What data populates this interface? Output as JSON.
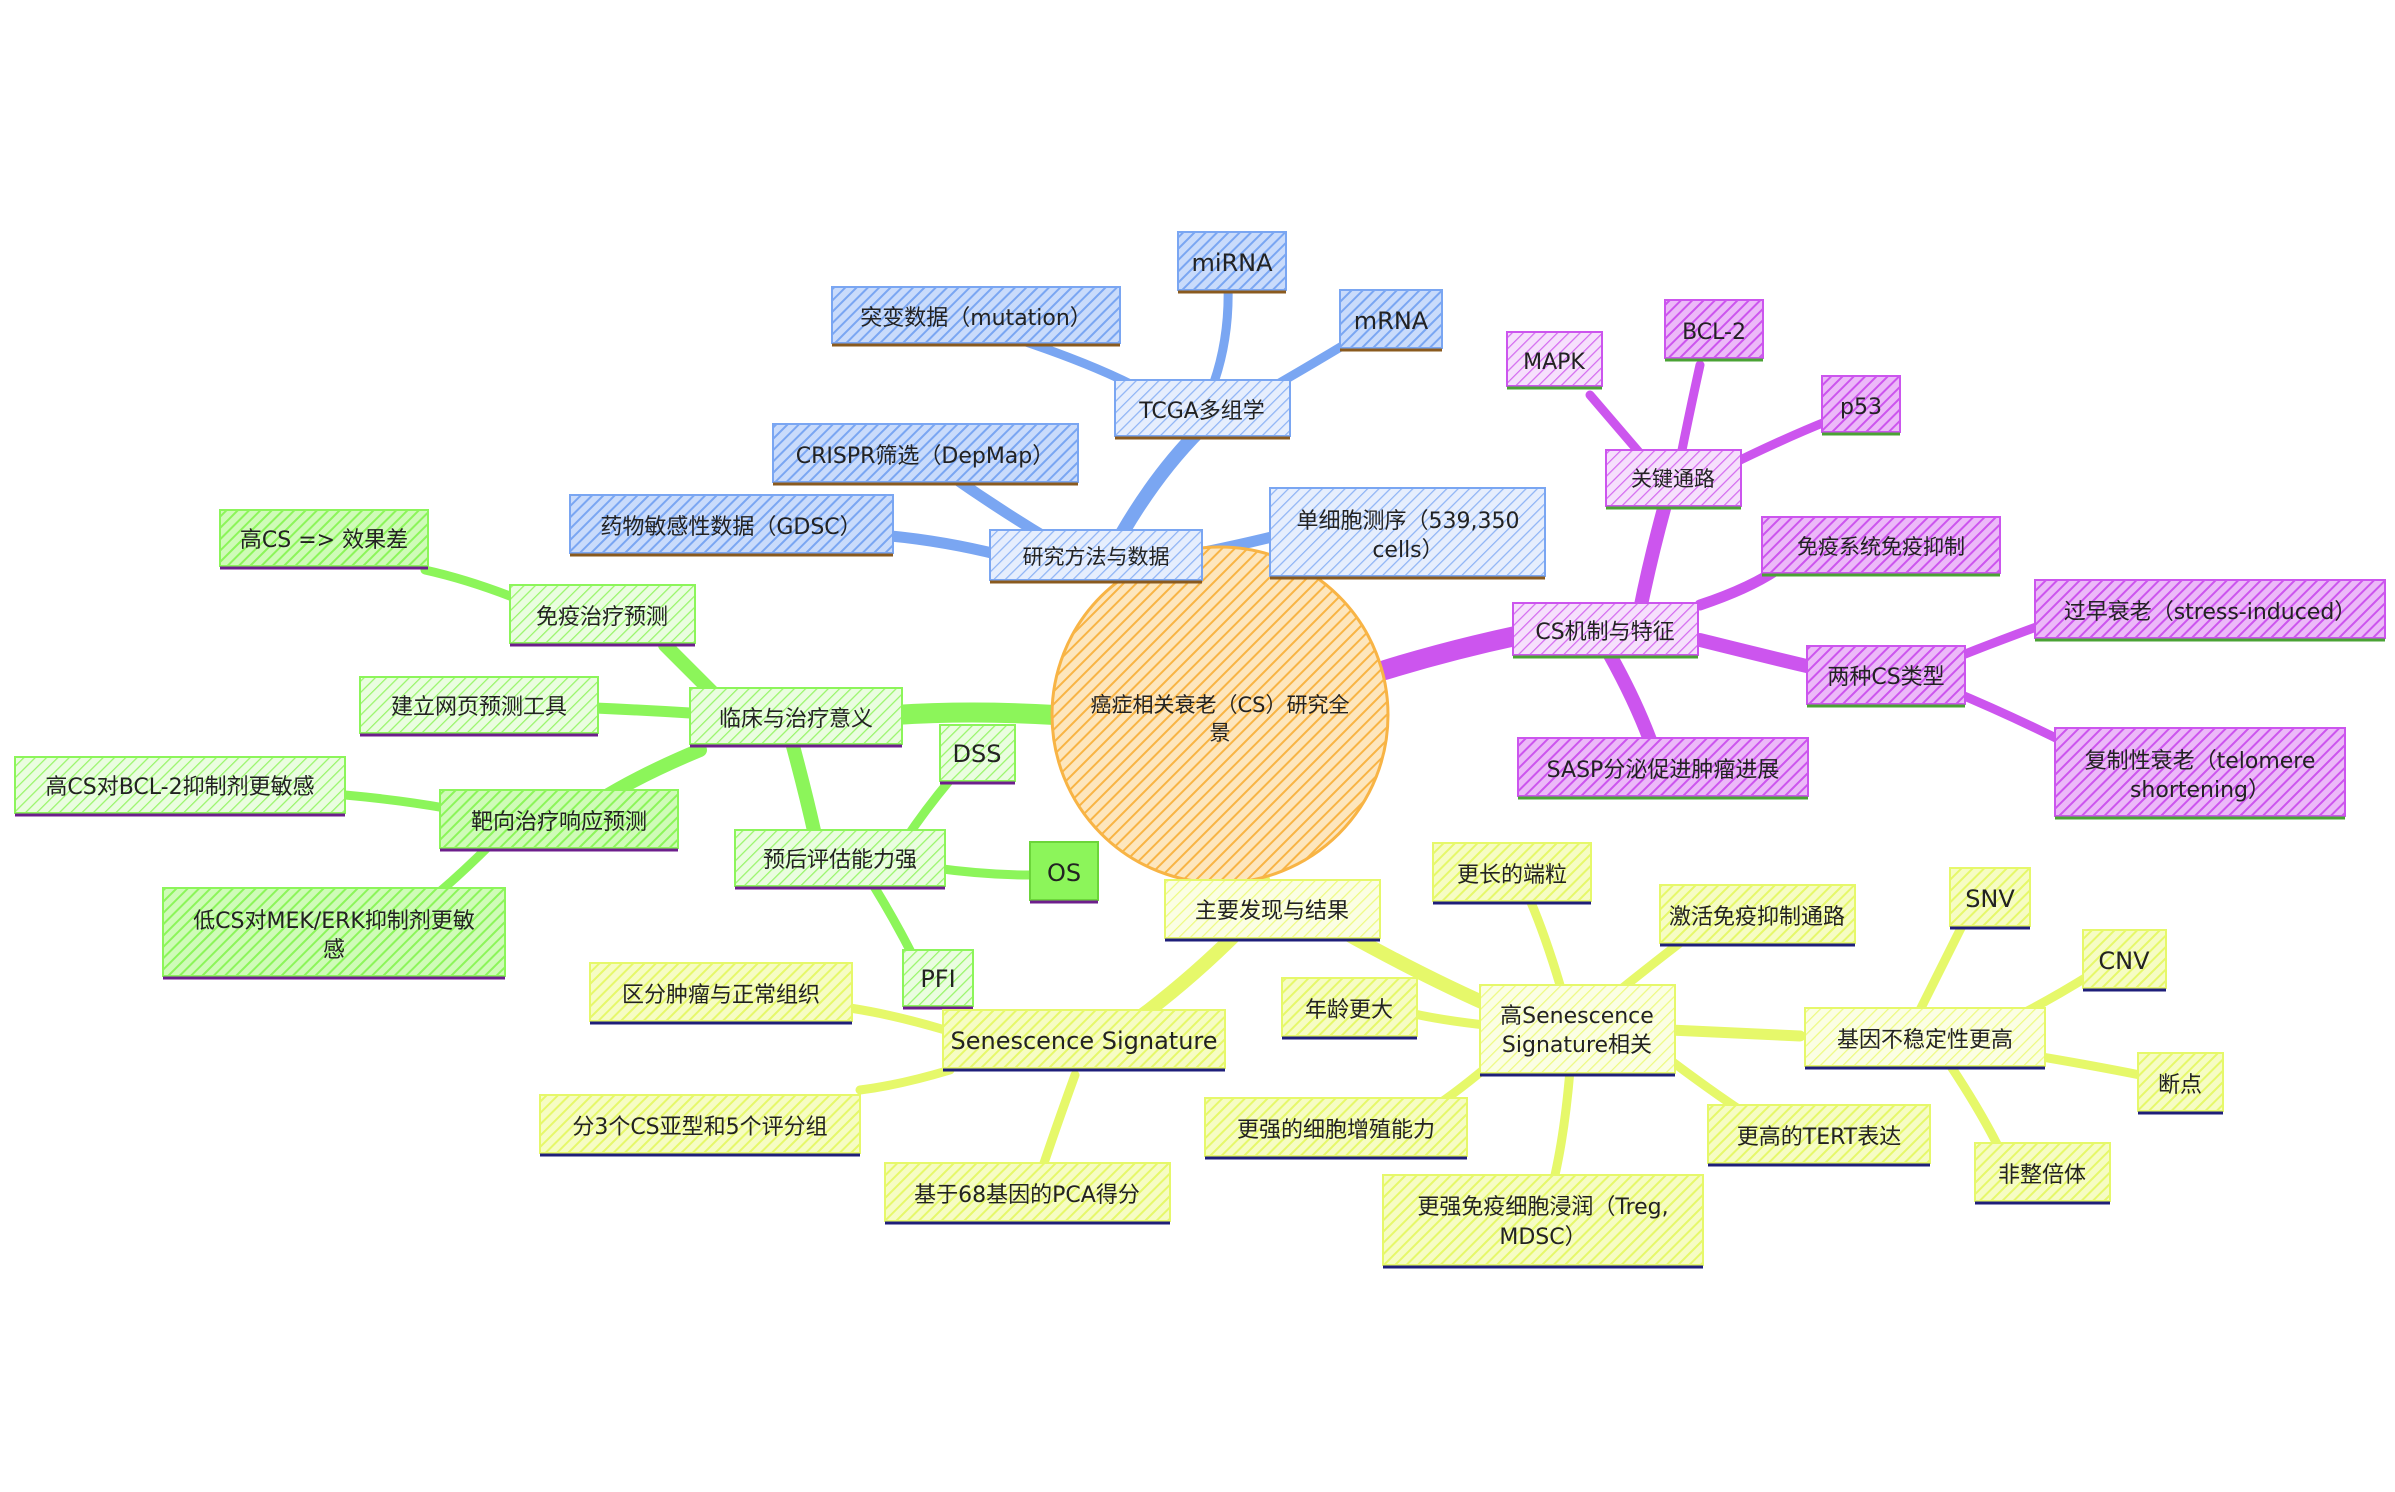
{
  "colors": {
    "center": "#f8b445",
    "blue": "#7aa6f2",
    "blue_fill": "#8fb4f5",
    "blue_under": "#8a5a1e",
    "purple": "#cc55ee",
    "purple_fill": "#d46cf0",
    "purple_under": "#4aa334",
    "green": "#8cf55a",
    "green_fill": "#99f56a",
    "green_under": "#6d1e8c",
    "yellow": "#e6f86a",
    "yellow_fill": "#eefa82",
    "yellow_under": "#1e1e7a"
  },
  "center": {
    "label_line1": "癌症相关衰老（CS）研究全",
    "label_line2": "景"
  },
  "branches": {
    "methods": {
      "label": "研究方法与数据",
      "tcga": {
        "label": "TCGA多组学",
        "mirna": "miRNA",
        "mrna": "mRNA",
        "mutation": "突变数据（mutation）"
      },
      "crispr": "CRISPR筛选（DepMap）",
      "gdsc": "药物敏感性数据（GDSC）",
      "scrna_line1": "单细胞测序（539,350",
      "scrna_line2": "cells）"
    },
    "mechanism": {
      "label": "CS机制与特征",
      "pathways": {
        "label": "关键通路",
        "mapk": "MAPK",
        "bcl2": "BCL-2",
        "p53": "p53"
      },
      "immune": "免疫系统免疫抑制",
      "types": {
        "label": "两种CS类型",
        "stress": "过早衰老（stress-induced）",
        "replicative_line1": "复制性衰老（telomere",
        "replicative_line2": "shortening）"
      },
      "sasp": "SASP分泌促进肿瘤进展"
    },
    "clinical": {
      "label": "临床与治疗意义",
      "immuno": {
        "label": "免疫治疗预测",
        "high_cs": "高CS => 效果差"
      },
      "web_tool": "建立网页预测工具",
      "targeted": {
        "label": "靶向治疗响应预测",
        "bcl2": "高CS对BCL-2抑制剂更敏感",
        "mek_line1": "低CS对MEK/ERK抑制剂更敏",
        "mek_line2": "感"
      },
      "prognosis": {
        "label": "预后评估能力强",
        "dss": "DSS",
        "os": "OS",
        "pfi": "PFI"
      }
    },
    "findings": {
      "label": "主要发现与结果",
      "signature": {
        "label": "Senescence Signature",
        "distinguish": "区分肿瘤与正常组织",
        "subtypes": "分3个CS亚型和5个评分组",
        "pca": "基于68基因的PCA得分"
      },
      "high_sig": {
        "label_line1": "高Senescence",
        "label_line2": "Signature相关",
        "telomere": "更长的端粒",
        "age": "年龄更大",
        "prolif": "更强的细胞增殖能力",
        "immune_inf_line1": "更强免疫细胞浸润（Treg,",
        "immune_inf_line2": "MDSC）",
        "tert": "更高的TERT表达",
        "immune_path": "激活免疫抑制通路",
        "genomic": {
          "label": "基因不稳定性更高",
          "snv": "SNV",
          "cnv": "CNV",
          "breakpoint": "断点",
          "aneuploidy": "非整倍体"
        }
      }
    }
  }
}
